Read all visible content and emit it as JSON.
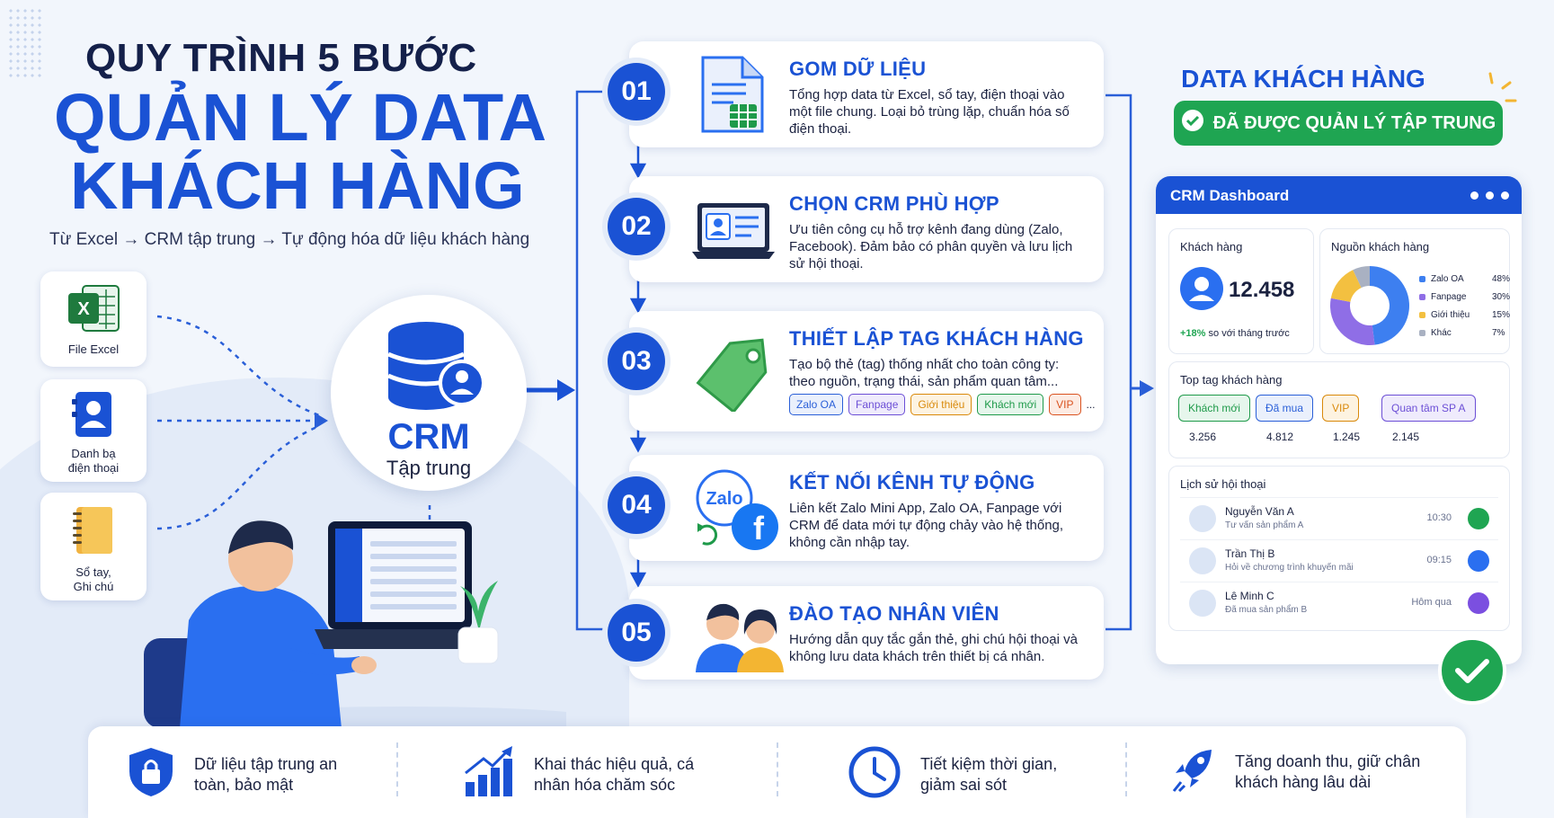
{
  "title": {
    "line1": "QUY TRÌNH 5 BƯỚC",
    "line2": "QUẢN LÝ DATA",
    "line3": "KHÁCH HÀNG",
    "subtitle": "Từ Excel → CRM tập trung → Tự động hóa dữ liệu khách hàng"
  },
  "sources": [
    {
      "label": "File Excel",
      "icon": "excel-icon"
    },
    {
      "label": "Danh bạ\nđiện thoại",
      "icon": "contacts-icon"
    },
    {
      "label": "Sổ tay,\nGhi chú",
      "icon": "notebook-icon"
    }
  ],
  "crm": {
    "title": "CRM",
    "subtitle": "Tập trung"
  },
  "steps": [
    {
      "num": "01",
      "title": "GOM DỮ LIỆU",
      "desc": "Tổng hợp data từ Excel, sổ tay, điện thoại vào một file chung. Loại bỏ trùng lặp, chuẩn hóa số điện thoại.",
      "icon": "spreadsheet-icon"
    },
    {
      "num": "02",
      "title": "CHỌN CRM PHÙ HỢP",
      "desc": "Ưu tiên công cụ hỗ trợ kênh đang dùng (Zalo, Facebook). Đảm bảo có phân quyền và lưu lịch sử hội thoại.",
      "icon": "laptop-profile-icon"
    },
    {
      "num": "03",
      "title": "THIẾT LẬP TAG KHÁCH HÀNG",
      "desc": "Tạo bộ thẻ (tag) thống nhất cho toàn công ty: theo nguồn, trạng thái, sản phẩm quan tâm...",
      "icon": "tag-icon",
      "tags": [
        {
          "label": "Zalo OA",
          "color": "#2a5fd8",
          "bg": "#eaf0fc"
        },
        {
          "label": "Fanpage",
          "color": "#6c4fd6",
          "bg": "#efebfc"
        },
        {
          "label": "Giới thiệu",
          "color": "#d9890a",
          "bg": "#fdf3e1"
        },
        {
          "label": "Khách mới",
          "color": "#1f9a4a",
          "bg": "#e6f6ec"
        },
        {
          "label": "VIP",
          "color": "#d9521f",
          "bg": "#fdebe3"
        }
      ],
      "more": "..."
    },
    {
      "num": "04",
      "title": "KẾT NỐI KÊNH TỰ ĐỘNG",
      "desc": "Liên kết Zalo Mini App, Zalo OA, Fanpage với CRM để data mới tự động chảy vào hệ thống, không cần nhập tay.",
      "icon": "zalo-facebook-sync-icon",
      "zalo_label": "Zalo"
    },
    {
      "num": "05",
      "title": "ĐÀO TẠO NHÂN VIÊN",
      "desc": "Hướng dẫn quy tắc gắn thẻ, ghi chú hội thoại và không lưu data khách trên thiết bị cá nhân.",
      "icon": "team-people-icon"
    }
  ],
  "right": {
    "title": "DATA KHÁCH HÀNG",
    "badge": "ĐÃ ĐƯỢC QUẢN LÝ TẬP TRUNG",
    "dashboard": {
      "header": "CRM Dashboard",
      "customers": {
        "title": "Khách hàng",
        "value": "12.458",
        "change": "+18%",
        "change_text": "so với tháng trước"
      },
      "sources": {
        "title": "Nguồn khách hàng",
        "items": [
          {
            "name": "Zalo OA",
            "pct": "48%",
            "value": 48,
            "color": "#3d7ff0"
          },
          {
            "name": "Fanpage",
            "pct": "30%",
            "value": 30,
            "color": "#8f6ee6"
          },
          {
            "name": "Giới thiệu",
            "pct": "15%",
            "value": 15,
            "color": "#f3c040"
          },
          {
            "name": "Khác",
            "pct": "7%",
            "value": 7,
            "color": "#a9b1c2"
          }
        ]
      },
      "top_tags": {
        "title": "Top tag khách hàng",
        "items": [
          {
            "label": "Khách mới",
            "count": "3.256",
            "color": "#1f9a4a",
            "bg": "#e6f6ec"
          },
          {
            "label": "Đã mua",
            "count": "4.812",
            "color": "#2a5fd8",
            "bg": "#eaf0fc"
          },
          {
            "label": "VIP",
            "count": "1.245",
            "color": "#d9890a",
            "bg": "#fdf3e1"
          },
          {
            "label": "Quan tâm SP A",
            "count": "2.145",
            "color": "#6c4fd6",
            "bg": "#efebfc"
          }
        ]
      },
      "history": {
        "title": "Lịch sử hội thoại",
        "items": [
          {
            "name": "Nguyễn Văn A",
            "msg": "Tư vấn sản phẩm A",
            "time": "10:30",
            "channel": "#1fa552"
          },
          {
            "name": "Trần Thị B",
            "msg": "Hỏi về chương trình khuyến mãi",
            "time": "09:15",
            "channel": "#2a6ff0"
          },
          {
            "name": "Lê Minh C",
            "msg": "Đã mua sản phẩm B",
            "time": "Hôm qua",
            "channel": "#7b4fe0"
          }
        ]
      }
    }
  },
  "benefits": [
    {
      "text": "Dữ liệu tập trung an toàn, bảo mật",
      "icon": "shield-lock-icon"
    },
    {
      "text": "Khai thác hiệu quả, cá nhân hóa chăm sóc",
      "icon": "growth-chart-icon"
    },
    {
      "text": "Tiết kiệm thời gian, giảm sai sót",
      "icon": "clock-icon"
    },
    {
      "text": "Tăng doanh thu, giữ chân khách hàng lâu dài",
      "icon": "rocket-icon"
    }
  ]
}
